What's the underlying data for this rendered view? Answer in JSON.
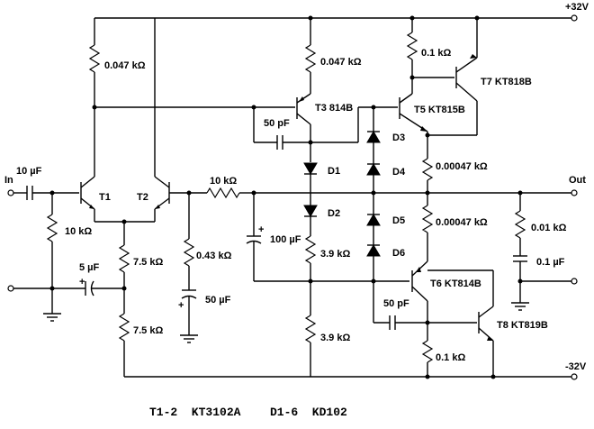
{
  "rails": {
    "positive": "+32V",
    "negative": "-32V"
  },
  "terminals": {
    "input": "In",
    "output": "Out"
  },
  "components": {
    "c_in": "10 µF",
    "r_bias": "10 kΩ",
    "r_t1_col": "0.047 kΩ",
    "q1": "T1",
    "q2": "T2",
    "r_tail_top": "7.5 kΩ",
    "r_tail_bot": "7.5 kΩ",
    "c_tail": "5 µF",
    "r_fb": "10 kΩ",
    "r_fb_shunt": "0.43 kΩ",
    "c_fb_shunt": "50 µF",
    "c_boot": "100 µF",
    "r_t3": "0.047 kΩ",
    "q3": "T3 814B",
    "c_miller": "50 pF",
    "d1": "D1",
    "d2": "D2",
    "r_vas1": "3.9 kΩ",
    "r_vas2": "3.9 kΩ",
    "r_drv_top": "0.1 kΩ",
    "q5": "T5 KT815B",
    "q7": "T7 KT818B",
    "d3": "D3",
    "d4": "D4",
    "d5": "D5",
    "d6": "D6",
    "r_emit_top": "0.00047 kΩ",
    "r_emit_bot": "0.00047 kΩ",
    "q6": "T6 KT814B",
    "c_drv_low": "50 pF",
    "r_drv_bot": "0.1 kΩ",
    "q8": "T8 KT819B",
    "r_zobel": "0.01 kΩ",
    "c_zobel": "0.1 µF"
  },
  "footnote": {
    "transistors": "T1-2  KT3102A",
    "diodes": "D1-6  KD102"
  }
}
